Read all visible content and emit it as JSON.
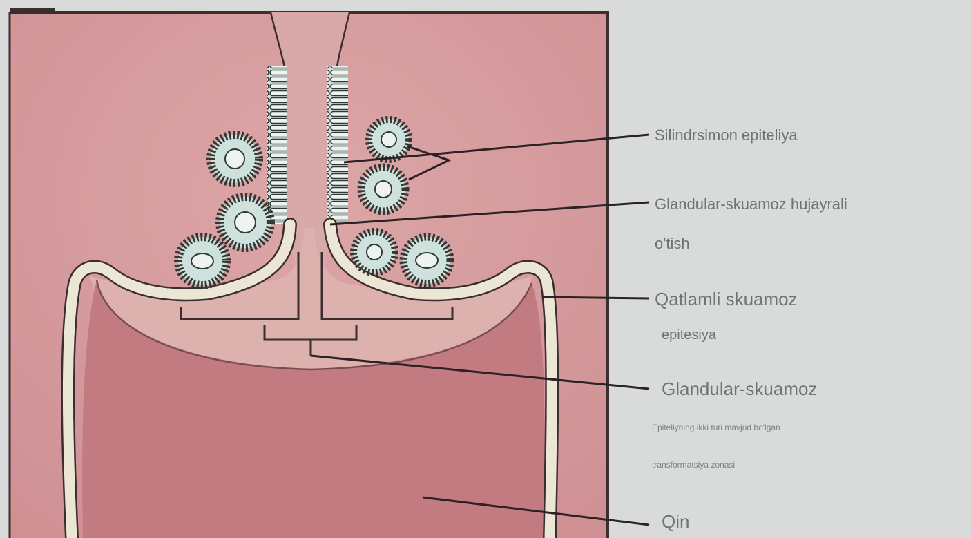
{
  "labels": {
    "silindrsimon": "Silindrsimon epiteliya",
    "glandular_line1": "Glandular-skuamoz hujayrali",
    "glandular_line2": "o'tish",
    "qatlamli_line1": "Qatlamli skuamoz",
    "qatlamli_line2": "epitesiya",
    "transformation_title": "Glandular-skuamoz",
    "transformation_line1": "Epiteliyning ikki turi mavjud bo'lgan",
    "transformation_line2": "transformatsiya zonasi",
    "qin": "Qin"
  },
  "colors": {
    "background": "#d8dbd9",
    "tissue": "#d49a9c",
    "tissue_light": "#ddabab",
    "vagina": "#c27b81",
    "epithelium_fill": "#e8e6d8",
    "gland_fill": "#cfe1dc",
    "line": "#3a2e30"
  }
}
